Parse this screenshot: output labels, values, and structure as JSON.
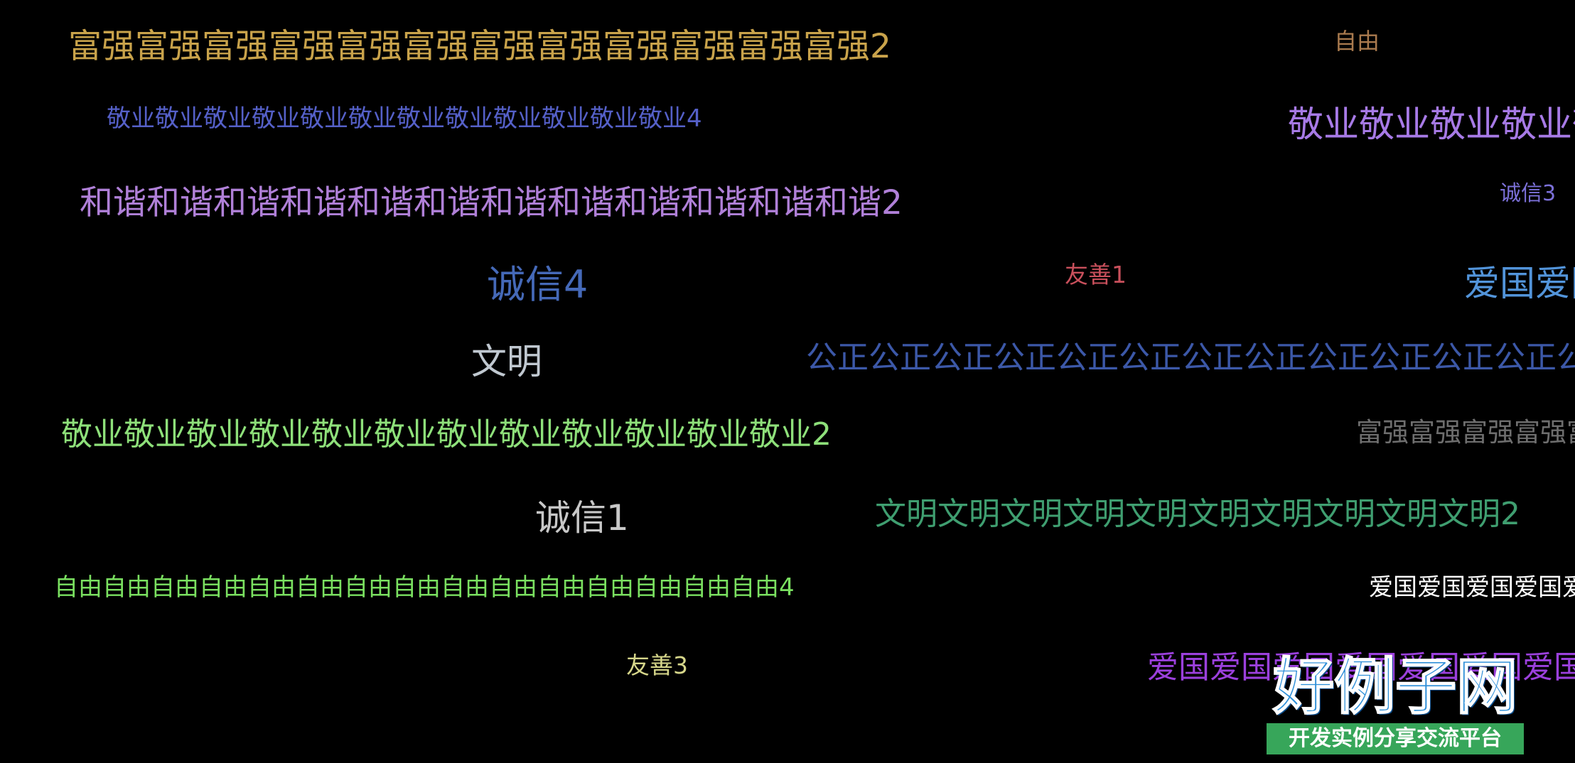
{
  "background_color": "#000000",
  "words": [
    {
      "text": "富强富强富强富强富强富强富强富强富强富强富强富强2",
      "color": "#c9a34b"
    },
    {
      "text": "自由",
      "color": "#a97a4e"
    },
    {
      "text": "敬业敬业敬业敬业敬业敬业敬业敬业敬业敬业敬业敬业4",
      "color": "#5560c8"
    },
    {
      "text": "敬业敬业敬业敬业敬业敬业",
      "color": "#a77ae6"
    },
    {
      "text": "和谐和谐和谐和谐和谐和谐和谐和谐和谐和谐和谐和谐2",
      "color": "#b080d8"
    },
    {
      "text": "诚信3",
      "color": "#7b70d8"
    },
    {
      "text": "诚信4",
      "color": "#4569b8"
    },
    {
      "text": "友善1",
      "color": "#c9505c"
    },
    {
      "text": "爱国爱国",
      "color": "#5294da"
    },
    {
      "text": "文明",
      "color": "#c0c8d0"
    },
    {
      "text": "公正公正公正公正公正公正公正公正公正公正公正公正公正",
      "color": "#3c58a8"
    },
    {
      "text": "敬业敬业敬业敬业敬业敬业敬业敬业敬业敬业敬业敬业2",
      "color": "#8ee07a"
    },
    {
      "text": "富强富强富强富强富强",
      "color": "#6e6e6e"
    },
    {
      "text": "诚信1",
      "color": "#c8c8c8"
    },
    {
      "text": "文明文明文明文明文明文明文明文明文明文明2",
      "color": "#3f9e70"
    },
    {
      "text": "自由自由自由自由自由自由自由自由自由自由自由自由自由自由自由4",
      "color": "#7ae060"
    },
    {
      "text": "爱国爱国爱国爱国爱国",
      "color": "#ffffff"
    },
    {
      "text": "友善3",
      "color": "#d6d68a"
    },
    {
      "text": "爱国爱国爱国爱国爱国爱国爱国",
      "color": "#9b40dc"
    }
  ],
  "watermark": {
    "title": "好例子网",
    "subtitle": "开发实例分享交流平台"
  }
}
